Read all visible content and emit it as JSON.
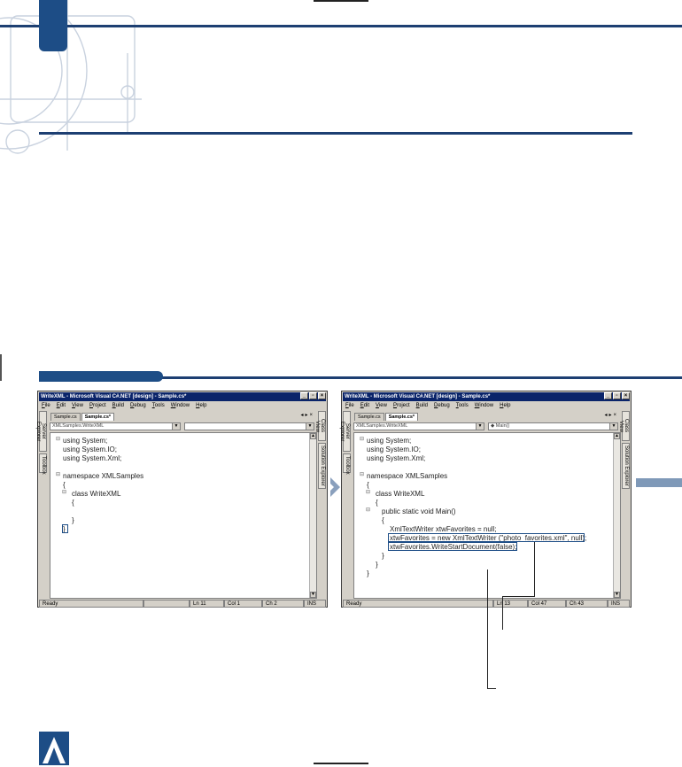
{
  "left_window": {
    "title": "WriteXML - Microsoft Visual C#.NET [design] - Sample.cs*",
    "menu": [
      "File",
      "Edit",
      "View",
      "Project",
      "Build",
      "Debug",
      "Tools",
      "Window",
      "Help"
    ],
    "tabs": [
      "Sample.cs",
      "Sample.cs*"
    ],
    "class_combo": "XMLSamples.WriteXML",
    "member_combo": "",
    "left_panels": [
      "Server Explorer",
      "Toolbox"
    ],
    "right_panels": [
      "Class View",
      "Solution Explorer"
    ],
    "code": [
      "using System;",
      "using System.IO;",
      "using System.Xml;",
      "",
      "namespace XMLSamples",
      "{",
      "class WriteXML",
      "{",
      "",
      "}",
      "}"
    ],
    "status": {
      "ready": "Ready",
      "ln": "Ln 11",
      "col": "Col 1",
      "ch": "Ch 2",
      "mode": "INS"
    }
  },
  "right_window": {
    "title": "WriteXML - Microsoft Visual C#.NET [design] - Sample.cs*",
    "menu": [
      "File",
      "Edit",
      "View",
      "Project",
      "Build",
      "Debug",
      "Tools",
      "Window",
      "Help"
    ],
    "tabs": [
      "Sample.cs",
      "Sample.cs*"
    ],
    "class_combo": "XMLSamples.WriteXML",
    "member_combo": "Main()",
    "left_panels": [
      "Server Explorer",
      "Toolbox"
    ],
    "right_panels": [
      "Class View",
      "Solution Explorer"
    ],
    "code": [
      "using System;",
      "using System.IO;",
      "using System.Xml;",
      "",
      "namespace XMLSamples",
      "{",
      "class WriteXML",
      "{",
      "public static void Main()",
      "{",
      "XmlTextWriter xtwFavorites = null;",
      "xtwFavorites = new XmlTextWriter (\"photo_favorites.xml\", null);",
      "xtwFavorites.WriteStartDocument(false);",
      "}",
      "}",
      "}"
    ],
    "status": {
      "ready": "Ready",
      "ln": "Ln 13",
      "col": "Col 47",
      "ch": "Ch 43",
      "mode": "INS"
    }
  },
  "colors": {
    "navy": "#1d3f72",
    "accent": "#1d4d86",
    "title_bar": "#0a246a",
    "chrome": "#d4d0c8"
  }
}
